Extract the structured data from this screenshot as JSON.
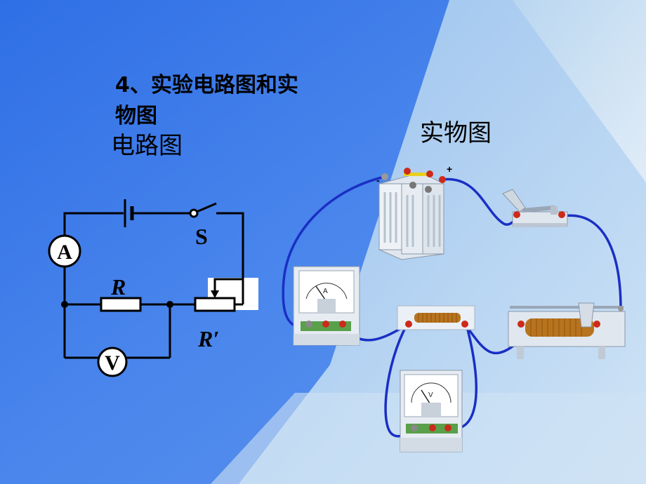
{
  "slide": {
    "heading_line1": "4、实验电路图和实",
    "heading_line2": "物图",
    "circuit_label": "电路图",
    "physical_label": "实物图"
  },
  "schematic": {
    "ammeter_symbol": "A",
    "voltmeter_symbol": "V",
    "switch_label": "S",
    "resistor_label": "R",
    "rheostat_label": "R′"
  },
  "equipment": {
    "battery_minus": "-",
    "battery_plus": "+",
    "ammeter_dial": "A",
    "voltmeter_dial": "V"
  },
  "colors": {
    "bg_dark_blue": "#3f7be8",
    "bg_light_blue": "#c4dcf2",
    "wire_blue": "#1a2fc4",
    "terminal_red": "#cc2a1a",
    "coil_copper": "#b8731e"
  }
}
